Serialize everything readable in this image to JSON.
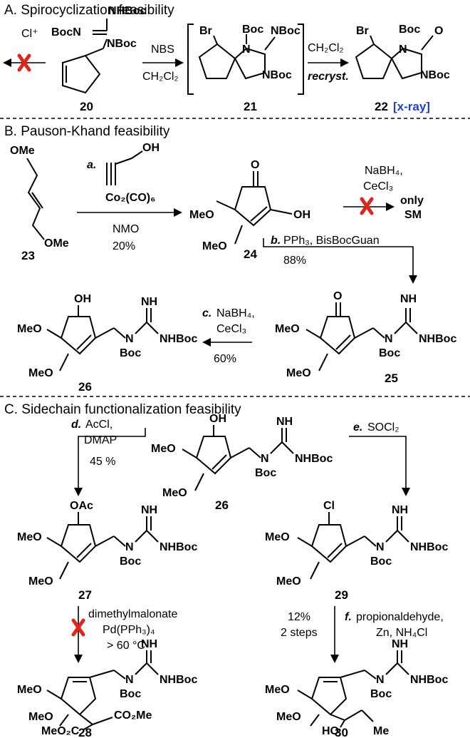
{
  "sections": {
    "a_title": "A. Spirocyclization feasibility",
    "b_title": "B. Pauson-Khand feasibility",
    "c_title": "C. Sidechain functionalization feasibility"
  },
  "compounds": {
    "c20": "20",
    "c21": "21",
    "c22": "22",
    "c22_tag": "[x-ray]",
    "c23": "23",
    "c24": "24",
    "c25": "25",
    "c26": "26",
    "c26b": "26",
    "c27": "27",
    "c28": "28",
    "c29": "29",
    "c30": "30"
  },
  "reagents": {
    "cl_plus": "Cl⁺",
    "nbs": "NBS",
    "ch2cl2": "CH₂Cl₂",
    "ch2cl2_b": "CH₂Cl₂",
    "recryst": "recryst.",
    "step_a": "a.",
    "co2co6": "Co₂(CO)₆",
    "nmo": "NMO",
    "yield_a": "20%",
    "nabh4": "NaBH₄,",
    "cecl3": "CeCl₃",
    "only": "only",
    "sm": "SM",
    "step_b": "b.",
    "b_reag": "PPh₃, BisBocGuan",
    "yield_b": "88%",
    "step_c": "c.",
    "c_nabh4": "NaBH₄,",
    "c_cecl3": "CeCl₃",
    "yield_c": "60%",
    "step_d": "d.",
    "d_reag": "AcCl,",
    "d_dmap": "DMAP",
    "yield_d": "45 %",
    "step_e": "e.",
    "e_reag": "SOCl₂",
    "malonate": "dimethylmalonate",
    "pd": "Pd(PPh₃)₄",
    "temp": "> 60 °C",
    "yield_f": "12%",
    "two_steps": "2 steps",
    "step_f": "f.",
    "f_reag": "propionaldehyde,",
    "f_reag2": "Zn, NH₄Cl"
  },
  "atoms": {
    "boc": "Boc",
    "nhboc": "NHBoc",
    "bocn": "BocN",
    "nboc": "NBoc",
    "n": "N",
    "nh": "NH",
    "o": "O",
    "oh": "OH",
    "br": "Br",
    "cl": "Cl",
    "ome": "OMe",
    "meo": "MeO",
    "oac": "OAc",
    "co2me": "CO₂Me",
    "meo2c": "MeO₂C",
    "ho": "HO",
    "me": "Me"
  },
  "colors": {
    "x_mark": "#e0241b",
    "xray_tag": "#1f3fd6"
  }
}
